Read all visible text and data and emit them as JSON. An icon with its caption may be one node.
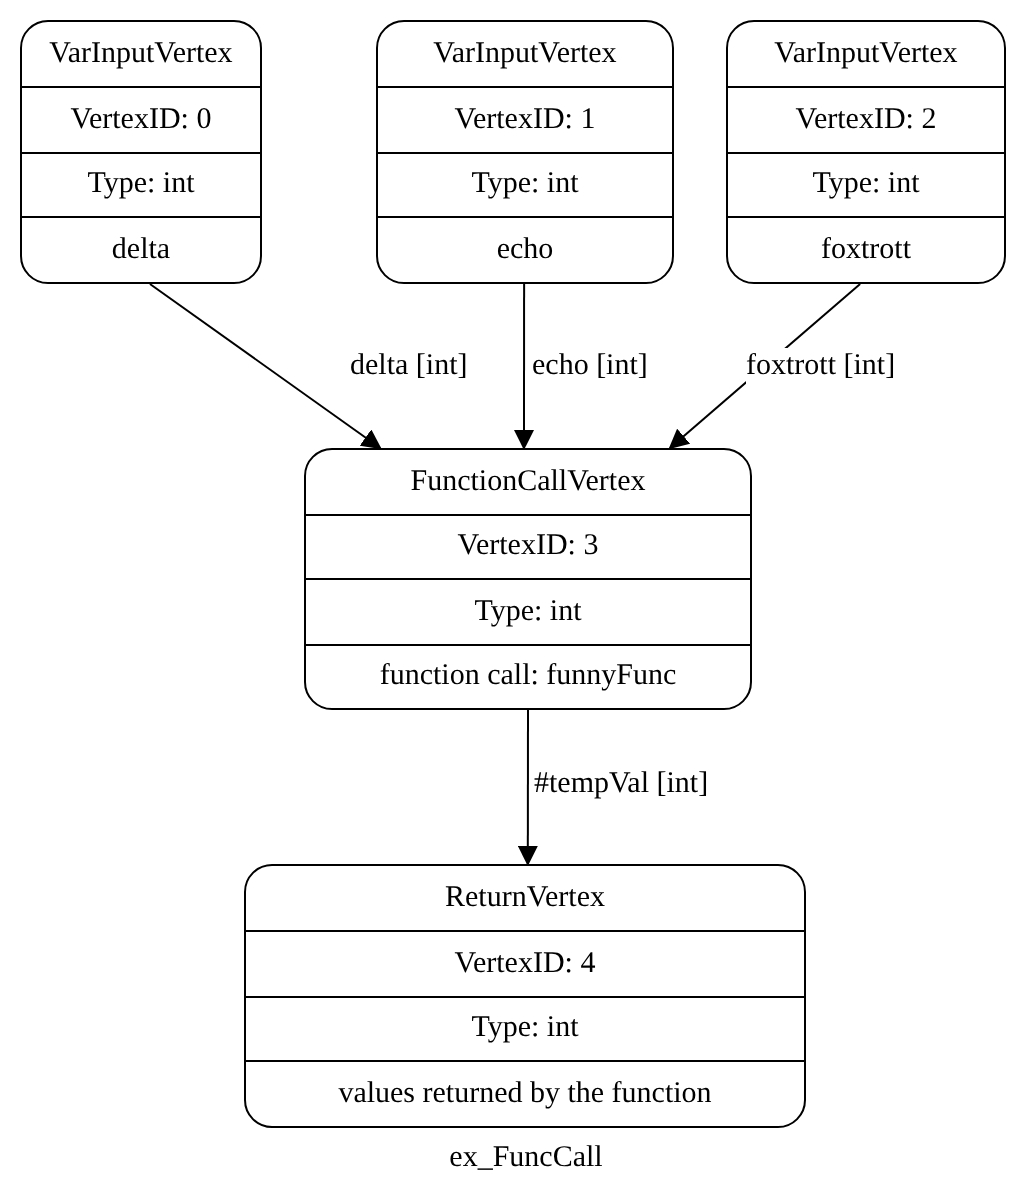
{
  "diagram": {
    "caption": "ex_FuncCall",
    "nodes": [
      {
        "text": [
          "VarInputVertex",
          "VertexID: 0",
          "Type: int",
          "delta"
        ]
      },
      {
        "text": [
          "VarInputVertex",
          "VertexID: 1",
          "Type: int",
          "echo"
        ]
      },
      {
        "text": [
          "VarInputVertex",
          "VertexID: 2",
          "Type: int",
          "foxtrott"
        ]
      },
      {
        "text": [
          "FunctionCallVertex",
          "VertexID: 3",
          "Type: int",
          "function call: funnyFunc"
        ]
      },
      {
        "text": [
          "ReturnVertex",
          "VertexID: 4",
          "Type: int",
          "values returned by the function"
        ]
      }
    ],
    "edges": [
      {
        "from": 0,
        "to": 3,
        "arrow": "to",
        "label": "delta [int]"
      },
      {
        "from": 1,
        "to": 3,
        "arrow": "to",
        "label": "echo [int]"
      },
      {
        "from": 2,
        "to": 3,
        "arrow": "to",
        "label": "foxtrott [int]"
      },
      {
        "from": 3,
        "to": 4,
        "arrow": "to",
        "label": "#tempVal [int]"
      }
    ]
  }
}
